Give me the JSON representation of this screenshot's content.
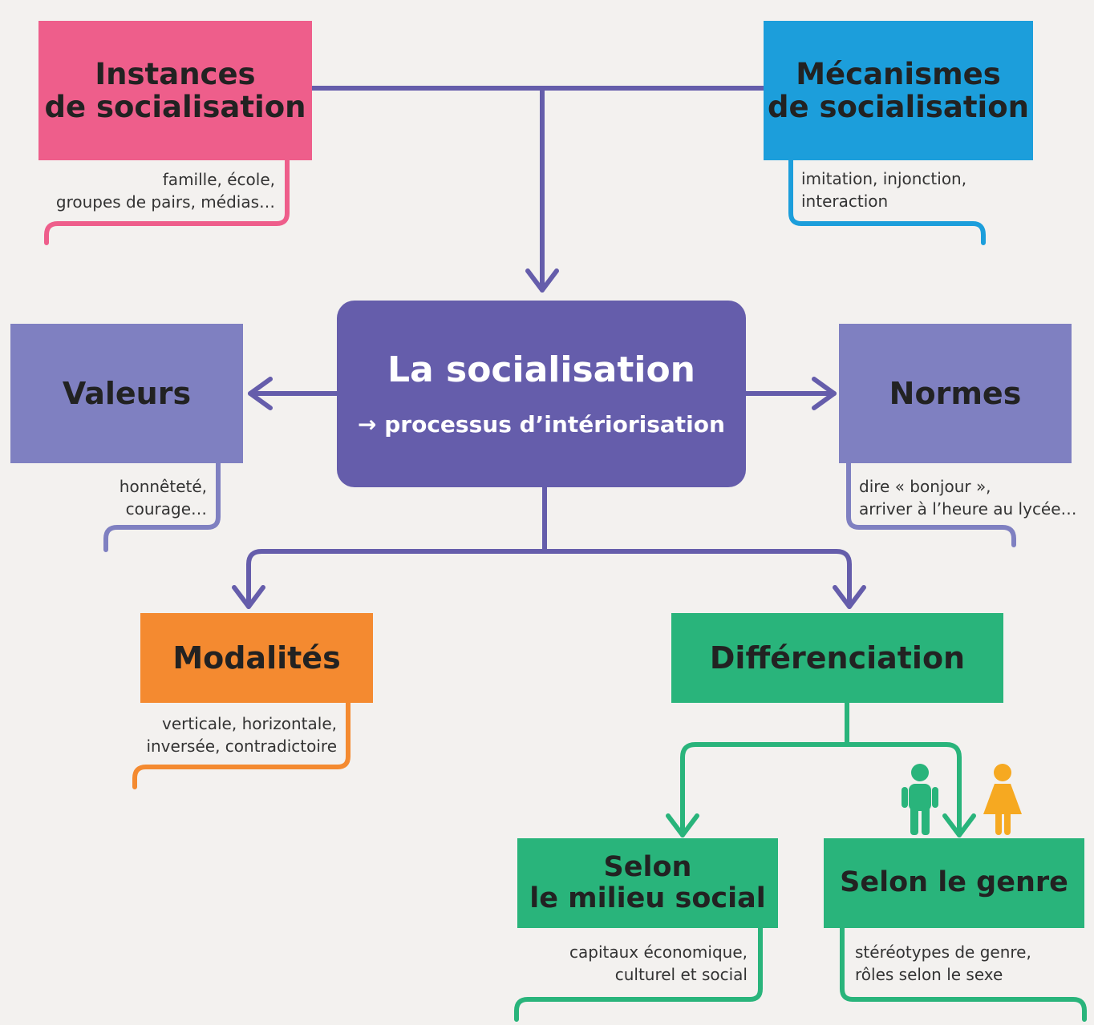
{
  "colors": {
    "background": "#f3f1ef",
    "instances": "#ee5e8b",
    "mecanismes": "#1c9edb",
    "central": "#655dab",
    "valeurs_normes": "#7f80c1",
    "modalites": "#f48a30",
    "differenciation": "#29b47b",
    "male_figure": "#29b47b",
    "female_figure": "#f6a921"
  },
  "icons": [
    "boy-icon",
    "girl-icon"
  ],
  "instances": {
    "title_1": "Instances",
    "title_2": "de socialisation",
    "note_1": "famille, école,",
    "note_2": "groupes de pairs, médias…"
  },
  "mecanismes": {
    "title_1": "Mécanismes",
    "title_2": "de socialisation",
    "note_1": "imitation, injonction,",
    "note_2": "interaction"
  },
  "central": {
    "title": "La socialisation",
    "arrow": "→",
    "subtitle": "processus d’intériorisation"
  },
  "valeurs": {
    "title": "Valeurs",
    "note_1": "honnêteté,",
    "note_2": "courage…"
  },
  "normes": {
    "title": "Normes",
    "note_1": "dire « bonjour »,",
    "note_2": "arriver à l’heure au lycée…"
  },
  "modalites": {
    "title": "Modalités",
    "note_1": "verticale, horizontale,",
    "note_2": "inversée, contradictoire"
  },
  "differenciation": {
    "title": "Différenciation"
  },
  "milieu": {
    "title_1": "Selon",
    "title_2": "le milieu social",
    "note_1": "capitaux économique,",
    "note_2": "culturel et social"
  },
  "genre": {
    "title": "Selon le genre",
    "note_1": "stéréotypes de genre,",
    "note_2": "rôles selon le sexe"
  }
}
